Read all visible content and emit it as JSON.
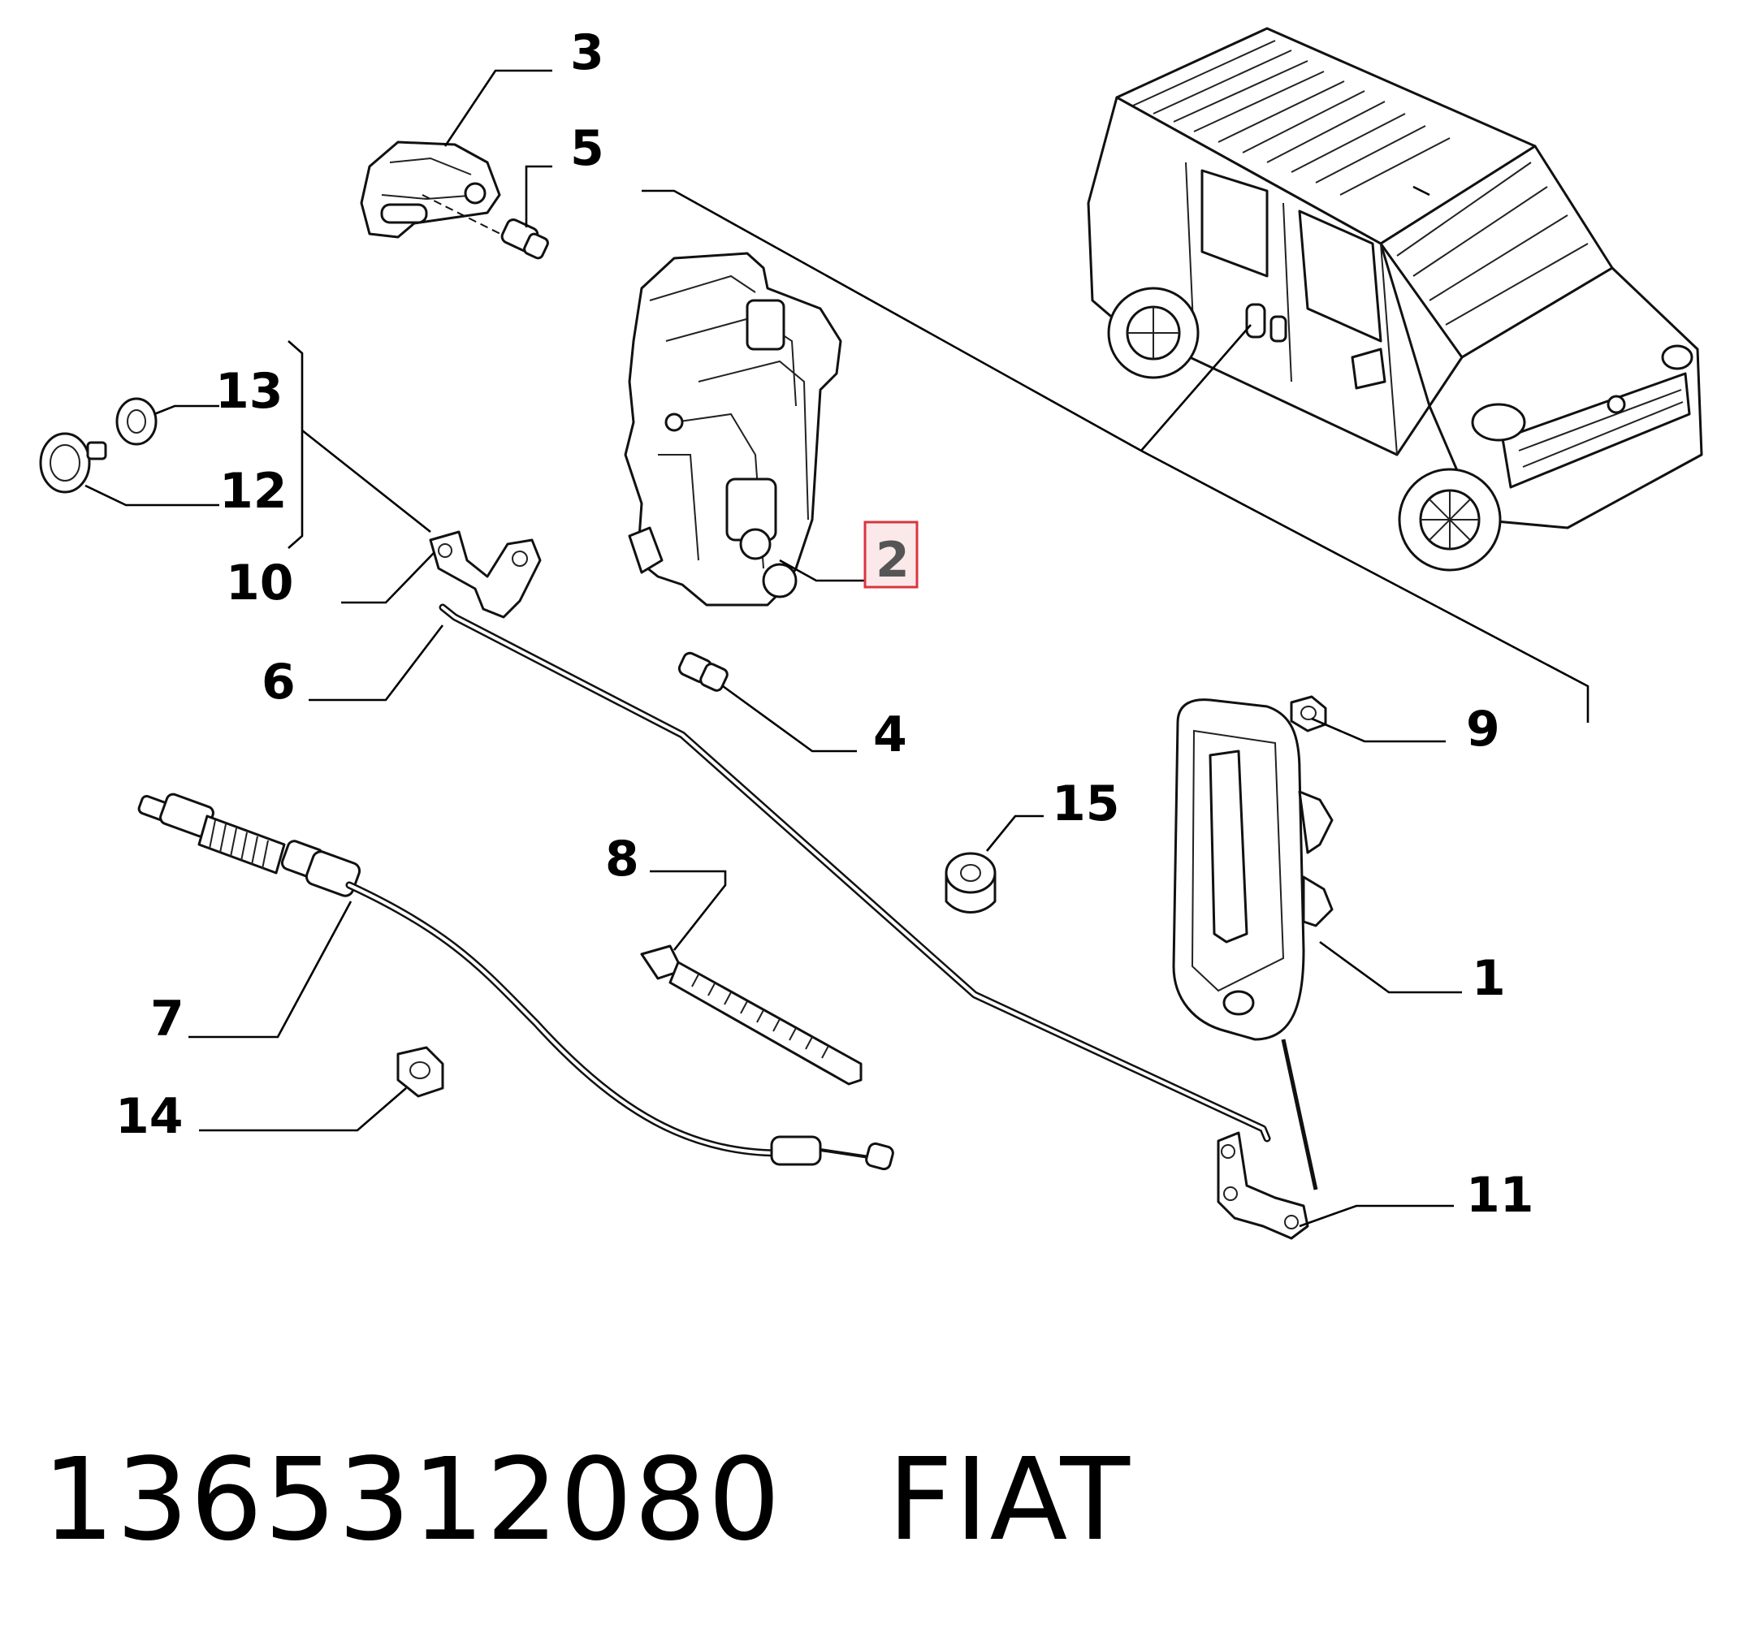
{
  "callouts": [
    {
      "id": "p1",
      "label": "1"
    },
    {
      "id": "p2",
      "label": "2"
    },
    {
      "id": "p3",
      "label": "3"
    },
    {
      "id": "p4",
      "label": "4"
    },
    {
      "id": "p5",
      "label": "5"
    },
    {
      "id": "p6",
      "label": "6"
    },
    {
      "id": "p7",
      "label": "7"
    },
    {
      "id": "p8",
      "label": "8"
    },
    {
      "id": "p9",
      "label": "9"
    },
    {
      "id": "p10",
      "label": "10"
    },
    {
      "id": "p11",
      "label": "11"
    },
    {
      "id": "p12",
      "label": "12"
    },
    {
      "id": "p13",
      "label": "13"
    },
    {
      "id": "p14",
      "label": "14"
    },
    {
      "id": "p15",
      "label": "15"
    }
  ],
  "highlight": {
    "label": "2",
    "color": "#d9363e",
    "fill": "#fbe9ea"
  },
  "footer": {
    "part_number": "1365312080",
    "brand": "FIAT"
  }
}
